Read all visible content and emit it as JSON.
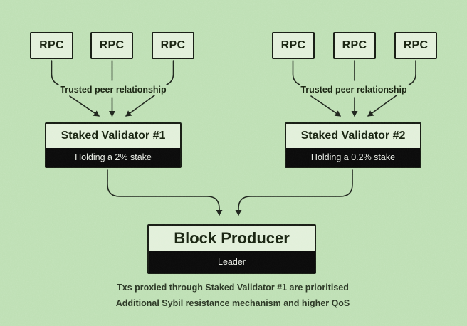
{
  "clusters": [
    {
      "rpc_nodes": [
        "RPC",
        "RPC",
        "RPC"
      ],
      "relationship_label": "Trusted peer relationship",
      "validator_title": "Staked Validator #1",
      "validator_stake": "Holding a 2% stake"
    },
    {
      "rpc_nodes": [
        "RPC",
        "RPC",
        "RPC"
      ],
      "relationship_label": "Trusted peer relationship",
      "validator_title": "Staked Validator #2",
      "validator_stake": "Holding a 0.2% stake"
    }
  ],
  "block_producer": {
    "title": "Block Producer",
    "role": "Leader"
  },
  "notes": [
    "Txs proxied through Staked Validator #1 are prioritised",
    "Additional Sybil resistance mechanism and higher QoS"
  ],
  "colors": {
    "background": "#bddfb3",
    "node_fill": "#e1efd9",
    "node_border": "#151a12",
    "bar_fill": "#0a0a0a",
    "bar_text": "#e6e9e2",
    "text": "#16200f",
    "line": "#1c221a"
  }
}
